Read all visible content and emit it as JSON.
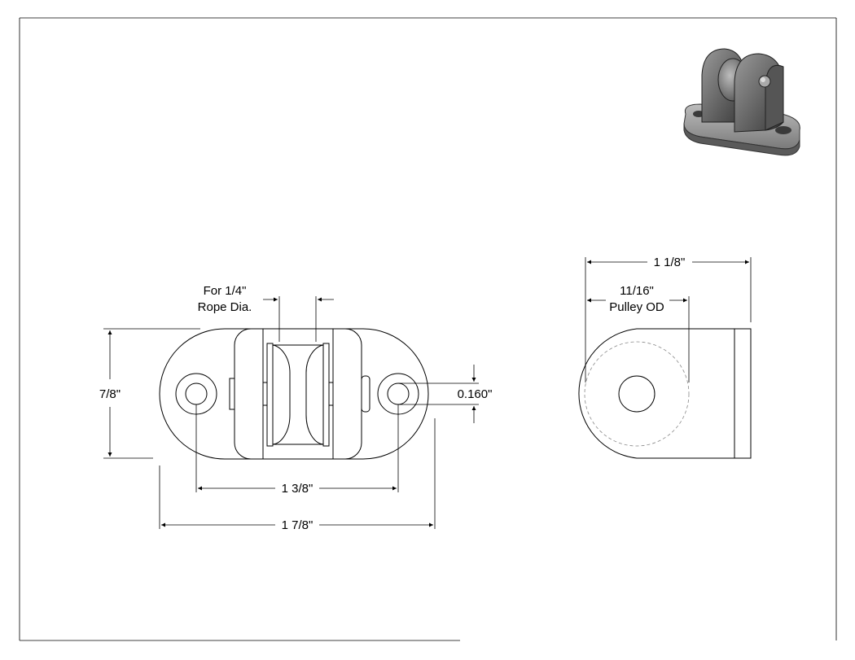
{
  "dimensions": {
    "rope_note_line1": "For 1/4\"",
    "rope_note_line2": "Rope Dia.",
    "height": "7/8\"",
    "hole_diameter": "0.160\"",
    "hole_spacing": "1 3/8\"",
    "overall_length": "1 7/8\"",
    "side_width": "1 1/8\"",
    "pulley_od_line1": "11/16\"",
    "pulley_od_line2": "Pulley OD"
  },
  "colors": {
    "line": "#000000",
    "hidden_line": "#888888",
    "iso_dark": "#4a4a4a",
    "iso_mid": "#8a8a8a",
    "iso_light": "#c8c8c8"
  }
}
